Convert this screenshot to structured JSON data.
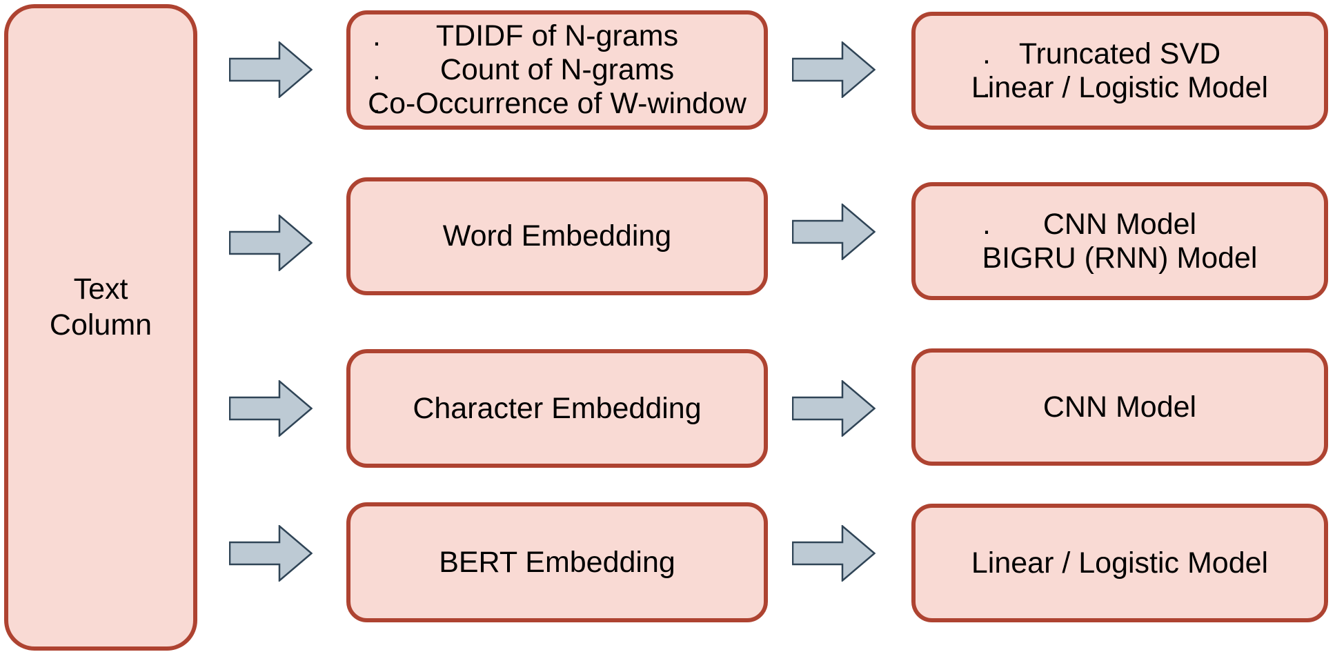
{
  "diagram": {
    "title": "Text feature extraction and model pipeline diagram",
    "colors": {
      "background": "#FFFFFF",
      "box_fill": "#F9DAD4",
      "box_border": "#AE4331",
      "arrow_fill": "#BDCAD4",
      "arrow_border": "#2F4456",
      "text": "#000000"
    },
    "source_box": {
      "lines": [
        "Text",
        "Column"
      ]
    },
    "rows": [
      {
        "feature_box": {
          "lines": [
            {
              "bullet": ".",
              "text": "TDIDF of N-grams"
            },
            {
              "bullet": ".",
              "text": "Count of N-grams"
            },
            {
              "bullet": ".",
              "text": "Co-Occurrence of W-window"
            }
          ]
        },
        "model_box": {
          "lines": [
            {
              "bullet": ".",
              "text": "Truncated SVD"
            },
            {
              "bullet": ".",
              "text": "Linear / Logistic Model"
            }
          ]
        }
      },
      {
        "feature_box": {
          "lines": [
            {
              "text": "Word Embedding"
            }
          ]
        },
        "model_box": {
          "lines": [
            {
              "bullet": ".",
              "text": "CNN Model"
            },
            {
              "bullet": ".",
              "text": "BIGRU (RNN) Model"
            }
          ]
        }
      },
      {
        "feature_box": {
          "lines": [
            {
              "text": "Character Embedding"
            }
          ]
        },
        "model_box": {
          "lines": [
            {
              "text": "CNN Model"
            }
          ]
        }
      },
      {
        "feature_box": {
          "lines": [
            {
              "text": "BERT Embedding"
            }
          ]
        },
        "model_box": {
          "lines": [
            {
              "text": "Linear / Logistic Model"
            }
          ]
        }
      }
    ]
  }
}
